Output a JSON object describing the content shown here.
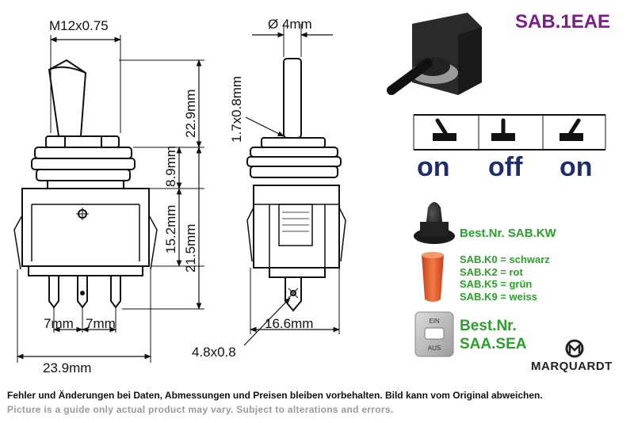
{
  "product_code": "SAB.1EAE",
  "dimensions": {
    "thread": "M12x0.75",
    "shaft_diameter": "Ø 4mm",
    "lever_height": "22.9mm",
    "bushing_height": "8.9mm",
    "body_height": "15.2mm",
    "total_body": "21.5mm",
    "lever_tip": "1.7x0.8mm",
    "pin_pitch_left": "7mm",
    "pin_pitch_right": "7mm",
    "body_width": "23.9mm",
    "side_width": "16.6mm",
    "terminal": "4.8x0.8"
  },
  "switch_states": [
    "on",
    "off",
    "on"
  ],
  "accessories": {
    "cap_order": "Best.Nr. SAB.KW",
    "colour_codes": [
      "SAB.K0 = schwarz",
      "SAB.K2 = rot",
      "SAB.K5 = grün",
      "SAB.K9 = weiss"
    ],
    "plate_order_line1": "Best.Nr.",
    "plate_order_line2": "SAA.SEA",
    "plate_text_top": "EIN",
    "plate_text_bottom": "AUS"
  },
  "brand": "MARQUARDT",
  "disclaimer_de": "Fehler und Änderungen bei Daten, Abmessungen und Preisen bleiben vorbehalten. Bild kann vom Original abweichen.",
  "disclaimer_en": "Picture is a guide only actual product may vary. Subject to alterations and errors.",
  "colors": {
    "product_code": "#7a1f86",
    "states": "#1f2d6b",
    "order_text": "#2aa12a",
    "disclaimer_en": "#9a9a9a",
    "cap_red": "#e8562a"
  }
}
